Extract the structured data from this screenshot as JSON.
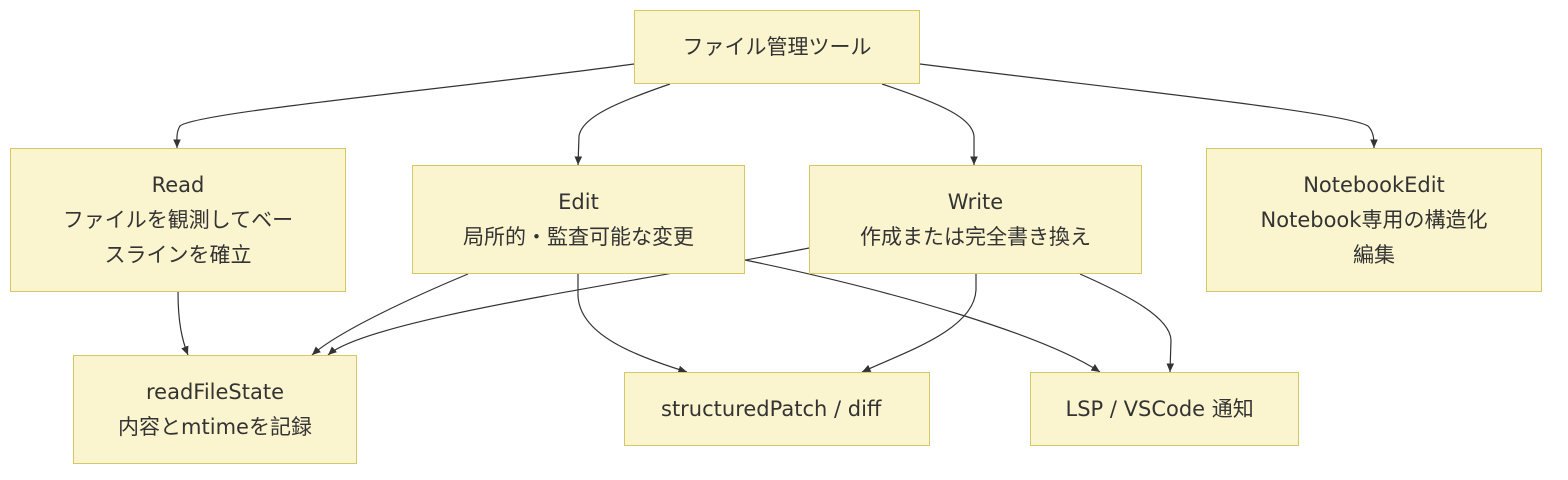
{
  "diagram": {
    "root": {
      "label": "ファイル管理ツール"
    },
    "read": {
      "title": "Read",
      "line1": "ファイルを観測してベー",
      "line2": "スラインを確立"
    },
    "edit": {
      "title": "Edit",
      "line1": "局所的・監査可能な変更"
    },
    "write": {
      "title": "Write",
      "line1": "作成または完全書き換え"
    },
    "notebook": {
      "title": "NotebookEdit",
      "line1": "Notebook専用の構造化",
      "line2": "編集"
    },
    "state": {
      "title": "readFileState",
      "line1": "内容とmtimeを記録"
    },
    "patch": {
      "label": "structuredPatch / diff"
    },
    "lsp": {
      "label": "LSP / VSCode 通知"
    },
    "colors": {
      "node_fill": "#fbf5cf",
      "node_border": "#d6c766",
      "edge": "#333333",
      "text": "#333333"
    }
  }
}
